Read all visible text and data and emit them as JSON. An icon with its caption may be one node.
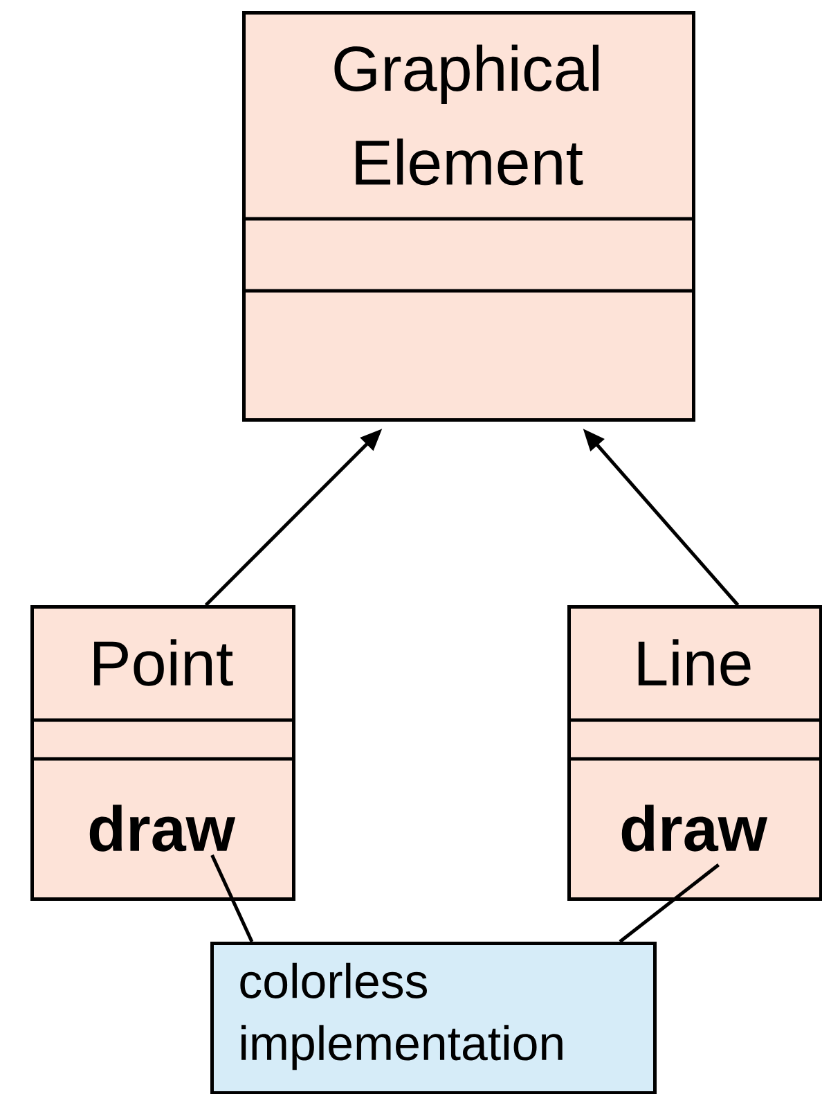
{
  "diagram": {
    "nodes": [
      {
        "text": [
          "Graphical Element"
        ]
      },
      {
        "text": [
          "Point",
          "draw"
        ]
      },
      {
        "text": [
          "Line",
          "draw"
        ]
      },
      {
        "text": [
          "colorless implementation"
        ]
      }
    ],
    "edges": [
      {
        "from": 1,
        "to": 0,
        "arrow": "to"
      },
      {
        "from": 2,
        "to": 0,
        "arrow": "to"
      },
      {
        "from": 3,
        "to": 1,
        "arrow": "none"
      },
      {
        "from": 3,
        "to": 2,
        "arrow": "none"
      }
    ]
  }
}
